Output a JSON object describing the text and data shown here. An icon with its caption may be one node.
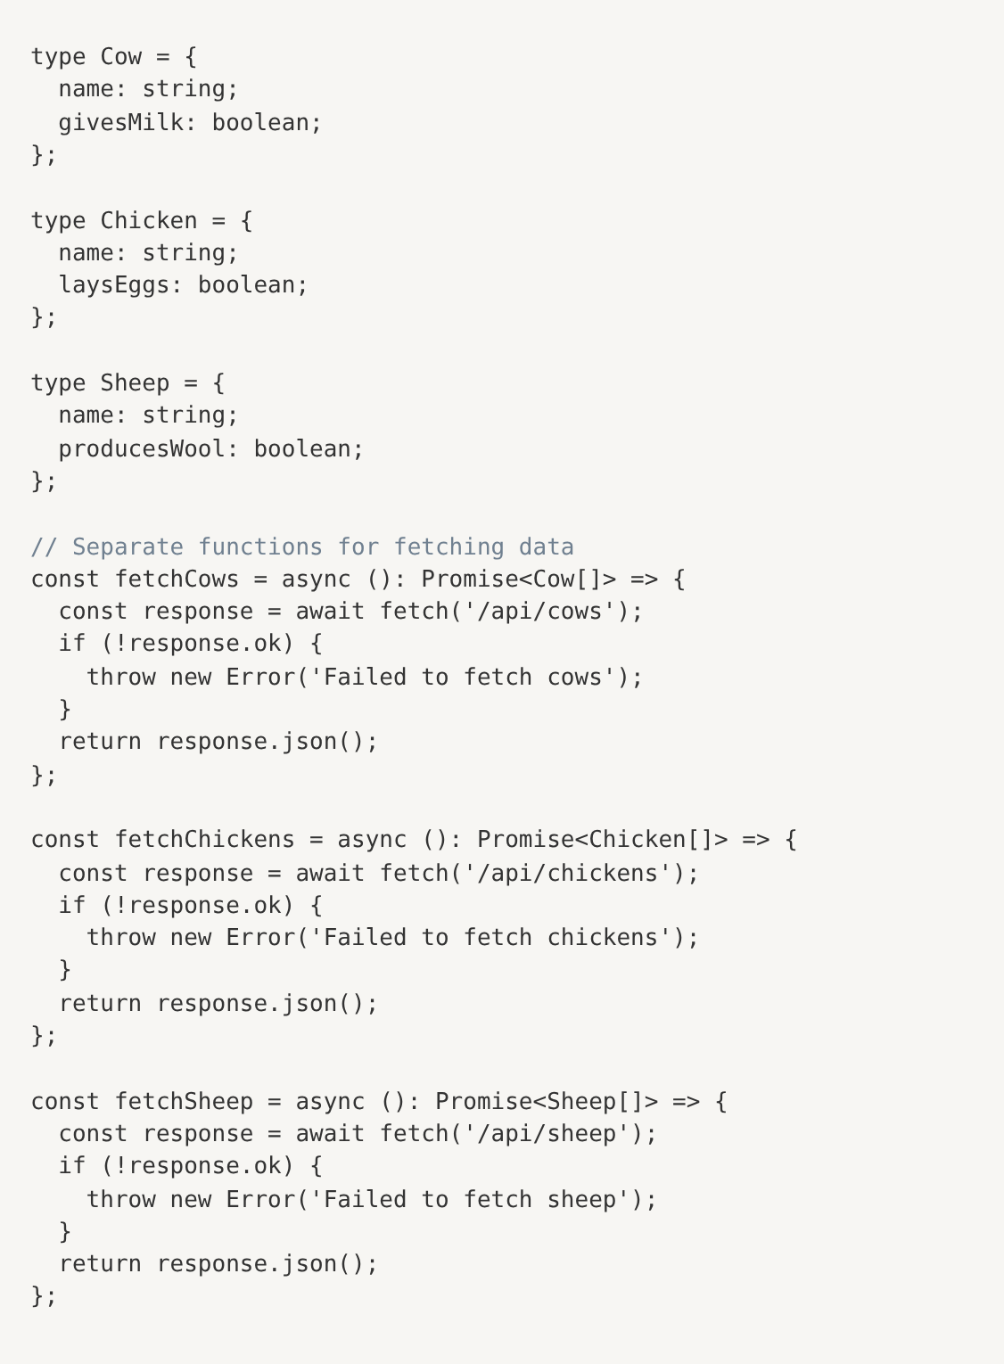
{
  "diagram": {
    "labels": [
      "type Cow = {",
      "  name: string;",
      "  givesMilk: boolean;",
      "};",
      "type Chicken = {",
      "  name: string;",
      "  laysEggs: boolean;",
      "};",
      "type Sheep = {",
      "  name: string;",
      "  producesWool: boolean;",
      "};",
      "// Separate functions for fetching data",
      "const fetchCows = async (): Promise<Cow[]> => {",
      "  const response = await fetch('/api/cows');",
      "  if (!response.ok) {",
      "    throw new Error('Failed to fetch cows');",
      "  }",
      "  return response.json();",
      "};",
      "const fetchChickens = async (): Promise<Chicken[]> => {",
      "  const response = await fetch('/api/chickens');",
      "  if (!response.ok) {",
      "    throw new Error('Failed to fetch chickens');",
      "  }",
      "  return response.json();",
      "};",
      "const fetchSheep = async (): Promise<Sheep[]> => {",
      "  const response = await fetch('/api/sheep');",
      "  if (!response.ok) {",
      "    throw new Error('Failed to fetch sheep');",
      "  }",
      "  return response.json();",
      "};"
    ]
  }
}
